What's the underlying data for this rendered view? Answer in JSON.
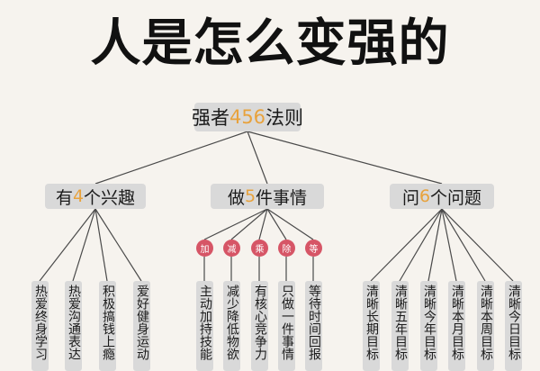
{
  "title": "人是怎么变强的",
  "root": {
    "pre": "强者",
    "num": "456",
    "post": "法则"
  },
  "categories": [
    {
      "pre": "有",
      "num": "4",
      "post": "个兴趣"
    },
    {
      "pre": "做",
      "num": "5",
      "post": "件事情"
    },
    {
      "pre": "问",
      "num": "6",
      "post": "个问题"
    }
  ],
  "interests": [
    "热爱终身学习",
    "热爱沟通表达",
    "积极搞钱上瘾",
    "爱好健身运动"
  ],
  "actions": [
    {
      "badge": "加",
      "text": "主动加持技能"
    },
    {
      "badge": "减",
      "text": "减少降低物欲"
    },
    {
      "badge": "乘",
      "text": "有核心竞争力"
    },
    {
      "badge": "除",
      "text": "只做一件事情"
    },
    {
      "badge": "等",
      "text": "等待时间回报"
    }
  ],
  "questions": [
    "清晰长期目标",
    "清晰五年目标",
    "清晰今年目标",
    "清晰本月目标",
    "清晰本周目标",
    "清晰今日目标"
  ],
  "colors": {
    "background": "#f6f3ee",
    "box": "#d9d9d9",
    "number_accent": "#e8a23c",
    "badge": "#d65566"
  }
}
